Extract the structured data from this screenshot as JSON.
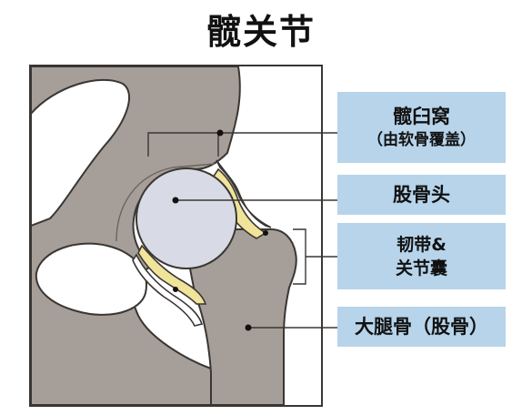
{
  "title": "髋关节",
  "labels": {
    "acetabulum": {
      "main": "髋臼窝",
      "sub": "（由软骨覆盖）"
    },
    "femoral_head": {
      "main": "股骨头"
    },
    "ligaments": {
      "line1": "韧带&",
      "line2": "关节囊"
    },
    "femur": {
      "main": "大腿骨（股骨）"
    }
  },
  "colors": {
    "bone": "#a69e98",
    "outline": "#3a3633",
    "cartilage": "#f0e49a",
    "head": "#d8dbe6",
    "label_bg": "#b7d4ea",
    "panel_bg": "#ffffff"
  }
}
